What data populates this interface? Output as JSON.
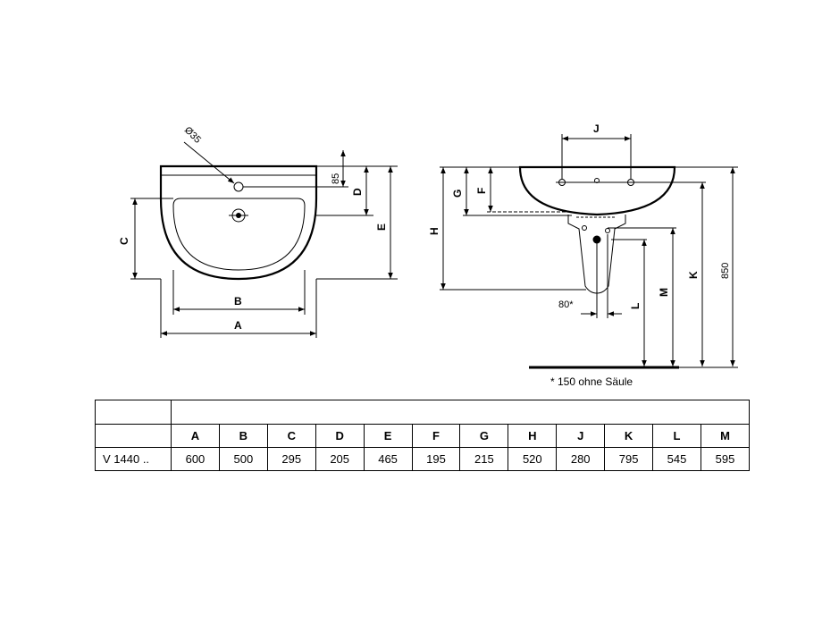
{
  "front_view": {
    "diameter_label": "Ø35",
    "dim_85": "85",
    "labels": {
      "A": "A",
      "B": "B",
      "C": "C",
      "D": "D",
      "E": "E"
    }
  },
  "side_view": {
    "labels": {
      "J": "J",
      "G": "G",
      "F": "F",
      "H": "H",
      "L": "L",
      "M": "M",
      "K": "K"
    },
    "dim_80": "80*",
    "dim_850": "850",
    "footnote": "* 150 ohne Säule"
  },
  "table": {
    "headers": [
      "A",
      "B",
      "C",
      "D",
      "E",
      "F",
      "G",
      "H",
      "J",
      "K",
      "L",
      "M"
    ],
    "rows": [
      {
        "model": "V 1440 ..",
        "values": [
          "600",
          "500",
          "295",
          "205",
          "465",
          "195",
          "215",
          "520",
          "280",
          "795",
          "545",
          "595"
        ]
      }
    ]
  }
}
